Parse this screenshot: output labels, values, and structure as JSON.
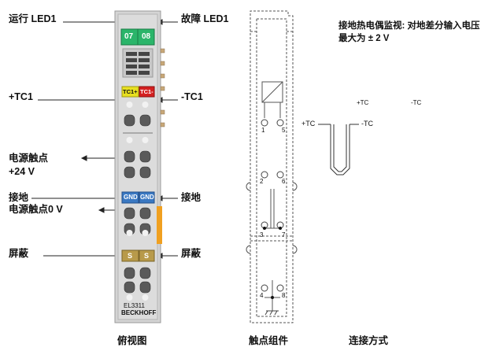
{
  "labels": {
    "run_led": "运行 LED1",
    "error_led": "故障 LED1",
    "plus_tc1": "+TC1",
    "minus_tc1": "-TC1",
    "power_contact_line1": "电源触点",
    "power_contact_line2": "+24 V",
    "ground_left": "接地",
    "power_contact_0v": "电源触点0 V",
    "ground_right": "接地",
    "shield_left": "屏蔽",
    "shield_right": "屏蔽"
  },
  "module": {
    "led_left": "07",
    "led_right": "08",
    "tc_plus": "TC1+",
    "tc_minus": "TC1-",
    "gnd_left": "GND",
    "gnd_right": "GND",
    "shield_left": "S",
    "shield_right": "S",
    "model": "EL3311",
    "brand": "BECKHOFF"
  },
  "contact_diagram": {
    "pins": [
      "1",
      "5",
      "2",
      "6",
      "3",
      "7",
      "4",
      "8"
    ]
  },
  "connection": {
    "note_line1": "接地热电偶监视: 对地差分输入电压",
    "note_line2": "最大为 ± 2 V",
    "small_plus": "+TC",
    "small_minus": "-TC",
    "plus_tc": "+TC",
    "minus_tc": "-TC"
  },
  "captions": {
    "top_view": "俯视图",
    "contact_assembly": "触点组件",
    "connection_method": "连接方式"
  },
  "colors": {
    "led_green": "#2bb56a",
    "tc_plus_yellow": "#e8e020",
    "tc_minus_red": "#d42020",
    "gnd_blue": "#3a78c2",
    "shield_tan": "#b89a4a",
    "side_orange": "#f0a020",
    "module_gray": "#d9d9d9"
  }
}
